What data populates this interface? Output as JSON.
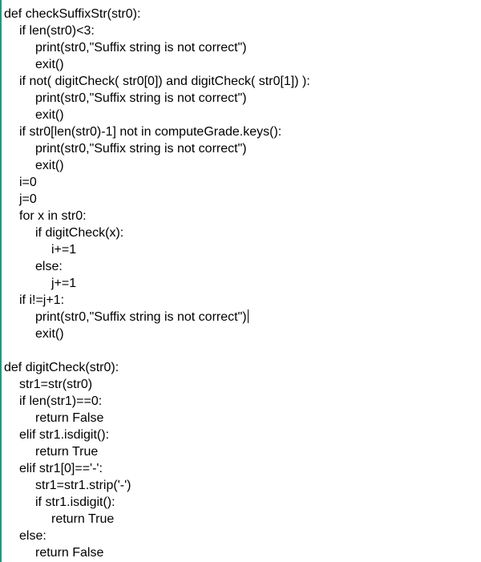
{
  "editor": {
    "lines": [
      {
        "text": "def checkSuffixStr(str0):",
        "indent": 0
      },
      {
        "text": "if len(str0)<3:",
        "indent": 1
      },
      {
        "text": "print(str0,\"Suffix string is not correct\")",
        "indent": 2
      },
      {
        "text": "exit()",
        "indent": 2
      },
      {
        "text": "if not( digitCheck( str0[0]) and digitCheck( str0[1]) ):",
        "indent": 1
      },
      {
        "text": "print(str0,\"Suffix string is not correct\")",
        "indent": 2
      },
      {
        "text": "exit()",
        "indent": 2
      },
      {
        "text": "if str0[len(str0)-1] not in computeGrade.keys():",
        "indent": 1
      },
      {
        "text": "print(str0,\"Suffix string is not correct\")",
        "indent": 2
      },
      {
        "text": "exit()",
        "indent": 2
      },
      {
        "text": "i=0",
        "indent": 1
      },
      {
        "text": "j=0",
        "indent": 1
      },
      {
        "text": "for x in str0:",
        "indent": 1
      },
      {
        "text": "if digitCheck(x):",
        "indent": 2
      },
      {
        "text": "i+=1",
        "indent": 3
      },
      {
        "text": "else:",
        "indent": 2
      },
      {
        "text": "j+=1",
        "indent": 3
      },
      {
        "text": "if i!=j+1:",
        "indent": 1
      },
      {
        "text": "print(str0,\"Suffix string is not correct\")",
        "indent": 2,
        "caret": true
      },
      {
        "text": "exit()",
        "indent": 2
      },
      {
        "text": "",
        "indent": 0
      },
      {
        "text": "def digitCheck(str0):",
        "indent": 0
      },
      {
        "text": "str1=str(str0)",
        "indent": 1
      },
      {
        "text": "if len(str1)==0:",
        "indent": 1
      },
      {
        "text": "return False",
        "indent": 2
      },
      {
        "text": "elif str1.isdigit():",
        "indent": 1
      },
      {
        "text": "return True",
        "indent": 2
      },
      {
        "text": "elif str1[0]=='-':",
        "indent": 1
      },
      {
        "text": "str1=str1.strip('-')",
        "indent": 2
      },
      {
        "text": "if str1.isdigit():",
        "indent": 2
      },
      {
        "text": "return True",
        "indent": 3
      },
      {
        "text": "else:",
        "indent": 1
      },
      {
        "text": "return False",
        "indent": 2
      }
    ]
  }
}
